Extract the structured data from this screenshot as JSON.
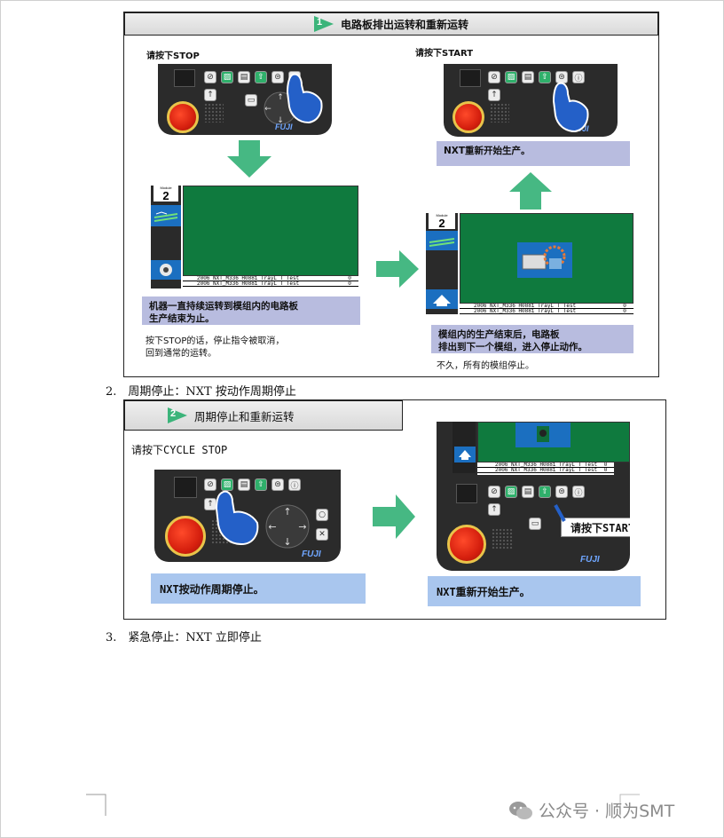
{
  "figure1": {
    "step_number": "1",
    "title": "电路板排出运转和重新运转",
    "left_instruction": "请按下STOP",
    "right_instruction": "请按下START",
    "restart_note": "NXT重新开始生产。",
    "left_note": "机器一直持续运转到模组内的电路板\n生产结束为止。",
    "stop_explanation_line1": "按下STOP的话，停止指令被取消，",
    "stop_explanation_line2": "回到通常的运转。",
    "right_note": "模组内的生产结束后，电路板\n排出到下一个模组，进入停止动作。",
    "right_footer": "不久，所有的模组停止。",
    "module_number": "2",
    "module_caption": "Module",
    "screen_rows": [
      {
        "text": "2006 NXT_M336 H0881 TrayL T Test",
        "value": "0"
      },
      {
        "text": "2006 NXT_M336 H0881 TrayL T Test",
        "value": "0"
      }
    ]
  },
  "section2_heading": "2.　周期停止：NXT 按动作周期停止",
  "figure2": {
    "step_number": "2",
    "title": "周期停止和重新运转",
    "instruction": "请按下CYCLE STOP",
    "left_note": "NXT按动作周期停止。",
    "right_note": "NXT重新开始生产。",
    "callout": "请按下START",
    "screen_rows": [
      {
        "text": "2006 NXT_M336 H0881 TrayL T Test",
        "value": "0"
      },
      {
        "text": "2006 NXT M336 H0881 TrayL T Test",
        "value": "0"
      }
    ]
  },
  "section3_heading": "3.　紧急停止：NXT 立即停止",
  "panel_labels": {
    "fuji": "FUJI"
  },
  "watermark": {
    "text": "公众号 · 顺为SMT",
    "icon": "wechat-icon"
  },
  "colors": {
    "note_purple": "#b8bcdf",
    "note_blue": "#a9c6ee",
    "monitor_green": "#0f7a3e",
    "arrow_green": "#3bb47a"
  }
}
